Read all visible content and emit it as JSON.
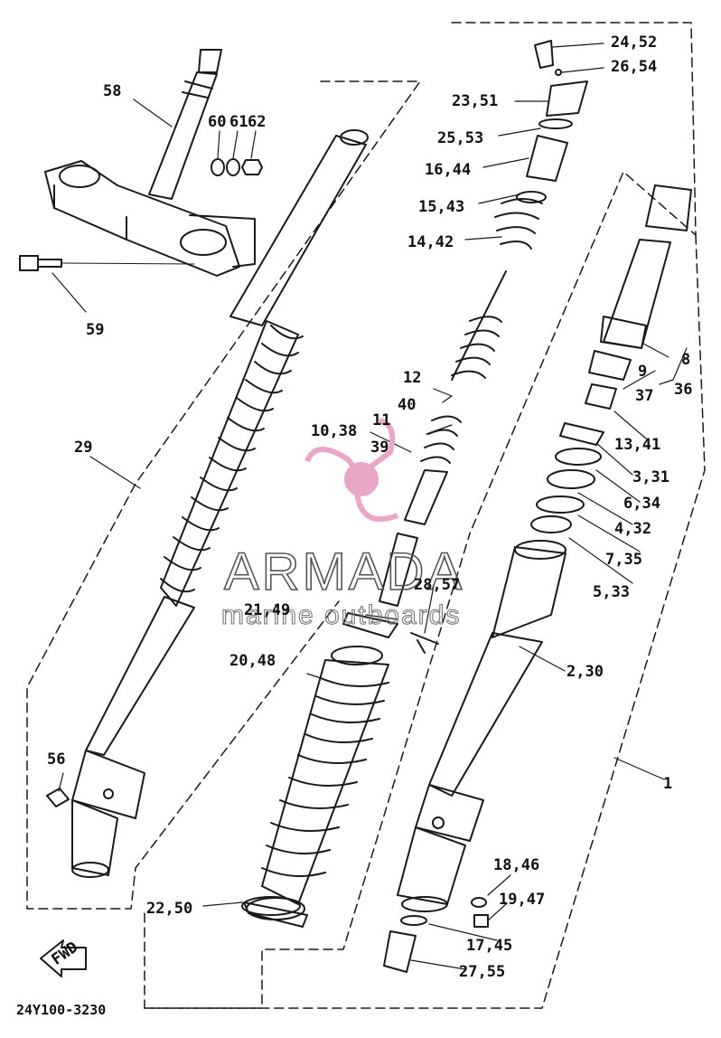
{
  "diagram": {
    "part_code": "24Y100-3230",
    "fwd_label": "FWD",
    "watermark": {
      "brand": "ARMADA",
      "tagline": "marine outboards"
    },
    "callouts": [
      "24,52",
      "26,54",
      "23,51",
      "25,53",
      "16,44",
      "15,43",
      "14,42",
      "12",
      "40",
      "10,38",
      "11",
      "39",
      "9",
      "37",
      "8",
      "36",
      "13,41",
      "3,31",
      "6,34",
      "4,32",
      "7,35",
      "5,33",
      "28,57",
      "21,49",
      "20,48",
      "2,30",
      "1",
      "18,46",
      "19,47",
      "17,45",
      "27,55",
      "22,50",
      "29",
      "56",
      "58",
      "59",
      "60",
      "61",
      "62"
    ]
  },
  "colors": {
    "line": "#1a1a1a",
    "watermark_pink": "#e9a6c8"
  }
}
